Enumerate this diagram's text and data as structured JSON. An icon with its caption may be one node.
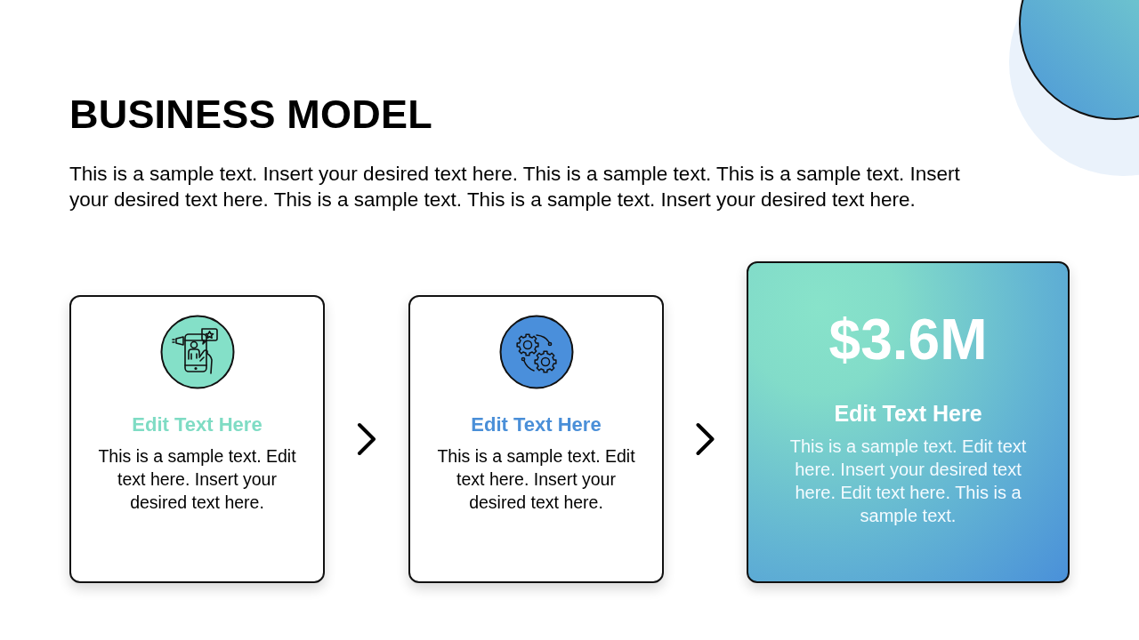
{
  "diagram": {
    "title": "BUSINESS MODEL",
    "nodes": [
      {
        "text": [
          "Edit Text Here",
          "This is a sample text. Edit text here. Insert your desired text here."
        ]
      },
      {
        "text": [
          "Edit Text Here",
          "This is a sample text. Edit text here. Insert your desired text here."
        ]
      },
      {
        "text": [
          "$3.6M",
          "Edit Text Here",
          "This is a sample text. Edit text here. Insert your desired text here. Edit text here. This is a sample text."
        ]
      }
    ],
    "edges": [
      {
        "from": 0,
        "to": 1,
        "arrow": "to"
      },
      {
        "from": 1,
        "to": 2,
        "arrow": "to"
      }
    ],
    "labels": [
      "This is a sample text. Insert your desired text here. This is a sample text. This is a sample text. Insert your desired text here. This is a sample text. This is a sample text. Insert your desired text here."
    ]
  }
}
